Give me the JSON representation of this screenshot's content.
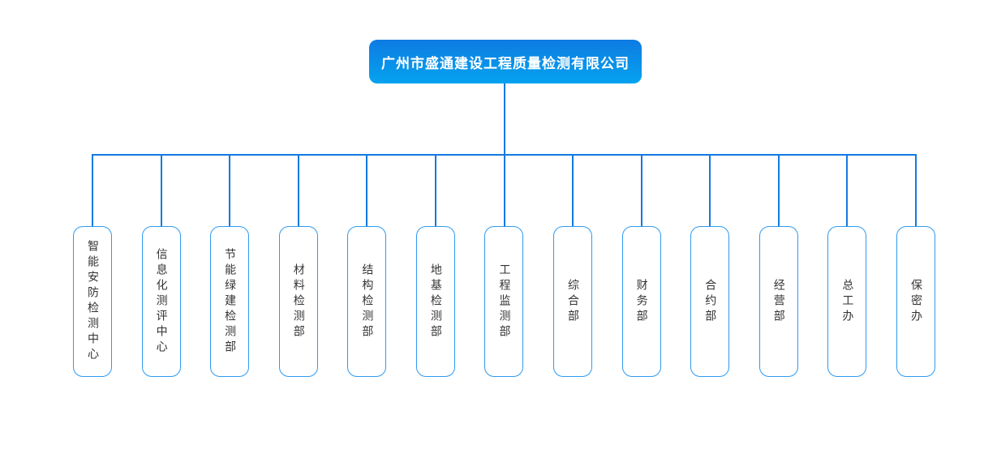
{
  "org_chart": {
    "root": {
      "label": "广州市盛通建设工程质量检测有限公司"
    },
    "departments": [
      {
        "label": "智能安防检测中心"
      },
      {
        "label": "信息化测评中心"
      },
      {
        "label": "节能绿建检测部"
      },
      {
        "label": "材料检测部"
      },
      {
        "label": "结构检测部"
      },
      {
        "label": "地基检测部"
      },
      {
        "label": "工程监测部"
      },
      {
        "label": "综合部"
      },
      {
        "label": "财务部"
      },
      {
        "label": "合约部"
      },
      {
        "label": "经营部"
      },
      {
        "label": "总工办"
      },
      {
        "label": "保密办"
      }
    ],
    "colors": {
      "connector_line": "#1379E0",
      "node_border": "#2E9AF0",
      "node_background": "#ffffff",
      "node_text": "#333333",
      "root_gradient_top": "#0E7BE2",
      "root_gradient_bottom": "#05A3EF",
      "root_text": "#ffffff",
      "page_background": "#ffffff"
    }
  }
}
